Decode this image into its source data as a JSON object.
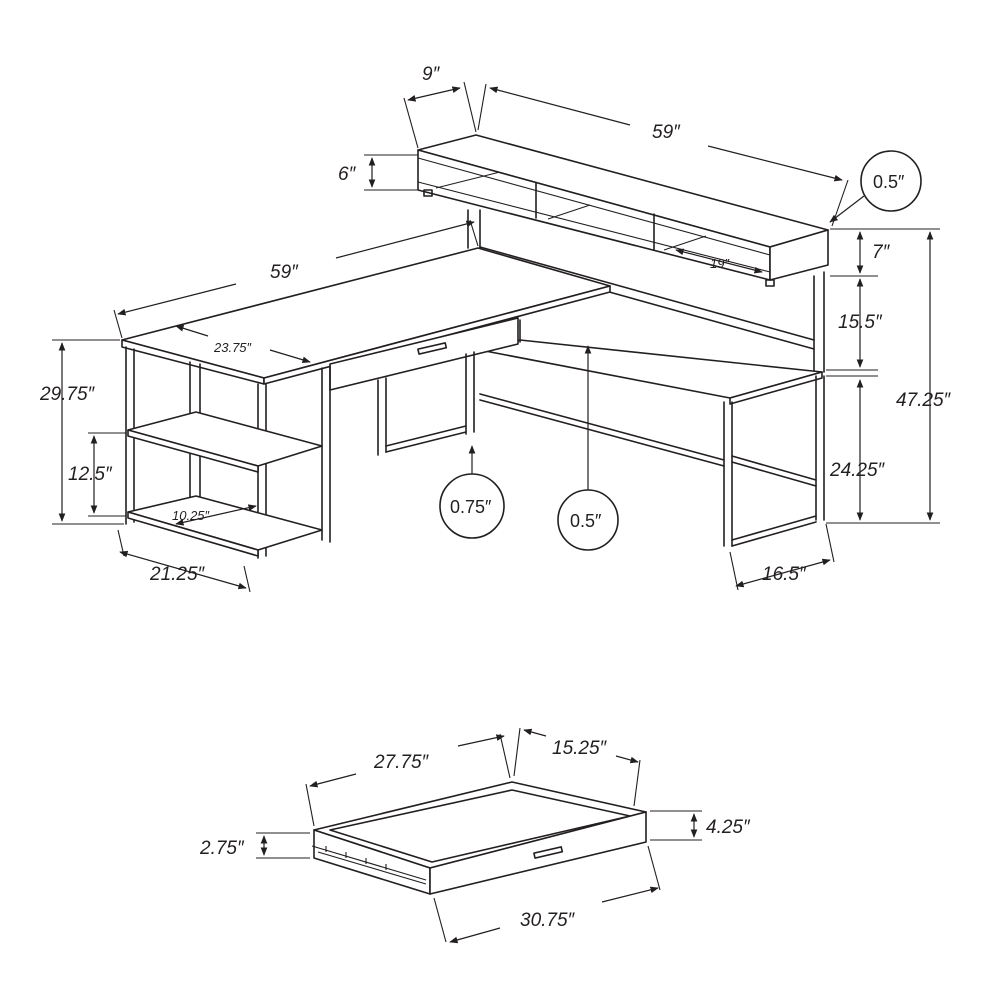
{
  "desk": {
    "hutch_depth": "9″",
    "hutch_width": "59″",
    "hutch_height": "6″",
    "hutch_panel": "0.5″",
    "hutch_upper": "7″",
    "cubby_width": "19″",
    "hutch_gap": "15.5″",
    "total_height": "47.25″",
    "desk_height_right": "24.25″",
    "right_depth": "16.5″",
    "top_thickness": "0.75″",
    "frame_thickness": "0.5″",
    "left_width": "59″",
    "inner_depth": "23.75″",
    "desk_height_left": "29.75″",
    "shelf_spacing": "12.5″",
    "shelf_depth": "10.25″",
    "left_depth": "21.25″"
  },
  "drawer": {
    "length": "27.75″",
    "width": "15.25″",
    "front_height": "4.25″",
    "side_height": "2.75″",
    "overall": "30.75″"
  }
}
